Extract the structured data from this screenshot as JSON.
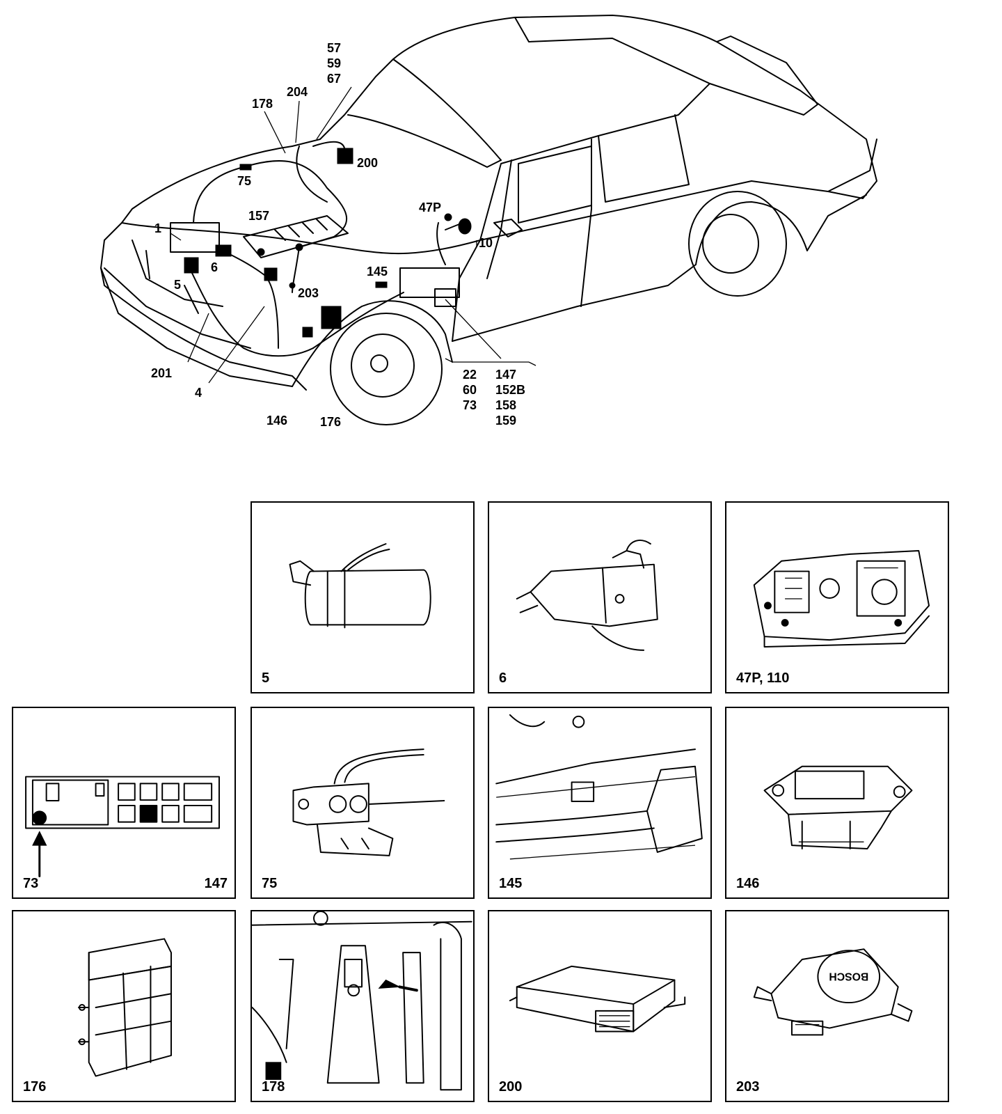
{
  "car_labels": [
    {
      "id": "l57",
      "text": "57"
    },
    {
      "id": "l59",
      "text": "59"
    },
    {
      "id": "l67",
      "text": "67"
    },
    {
      "id": "l204",
      "text": "204"
    },
    {
      "id": "l178",
      "text": "178"
    },
    {
      "id": "l200",
      "text": "200"
    },
    {
      "id": "l75",
      "text": "75"
    },
    {
      "id": "l157",
      "text": "157"
    },
    {
      "id": "l47p",
      "text": "47P"
    },
    {
      "id": "l1",
      "text": "1"
    },
    {
      "id": "l10",
      "text": "10"
    },
    {
      "id": "l6",
      "text": "6"
    },
    {
      "id": "l5",
      "text": "5"
    },
    {
      "id": "l145",
      "text": "145"
    },
    {
      "id": "l203",
      "text": "203"
    },
    {
      "id": "l201",
      "text": "201"
    },
    {
      "id": "l4",
      "text": "4"
    },
    {
      "id": "l146",
      "text": "146"
    },
    {
      "id": "l176",
      "text": "176"
    },
    {
      "id": "l22",
      "text": "22"
    },
    {
      "id": "l60",
      "text": "60"
    },
    {
      "id": "l73",
      "text": "73"
    },
    {
      "id": "l147",
      "text": "147"
    },
    {
      "id": "l152b",
      "text": "152B"
    },
    {
      "id": "l158",
      "text": "158"
    },
    {
      "id": "l159",
      "text": "159"
    }
  ],
  "panels": {
    "p5": {
      "label": "5"
    },
    "p6": {
      "label": "6"
    },
    "p47": {
      "label": "47P, 110"
    },
    "p73": {
      "label_left": "73",
      "label_right": "147"
    },
    "p75": {
      "label": "75"
    },
    "p145": {
      "label": "145"
    },
    "p146": {
      "label": "146"
    },
    "p176": {
      "label": "176"
    },
    "p178": {
      "label": "178"
    },
    "p200": {
      "label": "200"
    },
    "p203": {
      "label": "203"
    }
  },
  "brand_text": "BOSCH"
}
